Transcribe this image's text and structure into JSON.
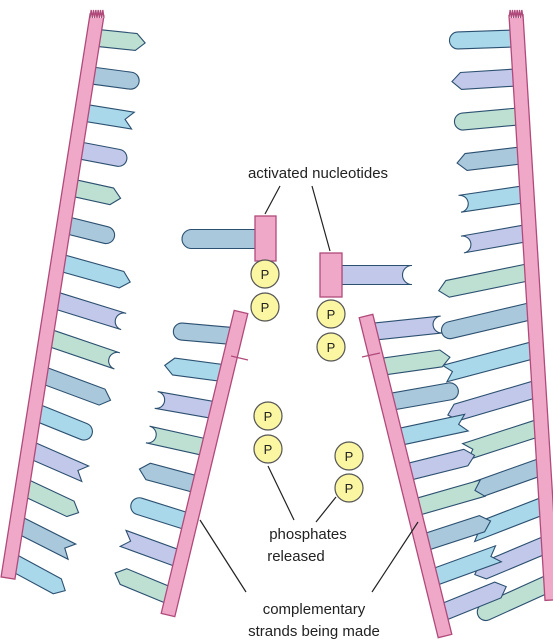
{
  "labels": {
    "activated": "activated nucleotides",
    "phosphates_line1": "phosphates",
    "phosphates_line2": "released",
    "complementary_line1": "complementary",
    "complementary_line2": "strands being made"
  },
  "phosphate_letter": "P",
  "colors": {
    "backbone": "#f0a8c8",
    "backbone_stroke": "#b04a7a",
    "base_blue": "#a8d8ea",
    "base_teal": "#bde0d3",
    "base_lavender": "#c2c8ea",
    "base_steel": "#a9c8dc",
    "base_stroke": "#2c5070",
    "phosphate_fill": "#fbf6a2",
    "phosphate_stroke": "#555555",
    "leader": "#222222"
  }
}
